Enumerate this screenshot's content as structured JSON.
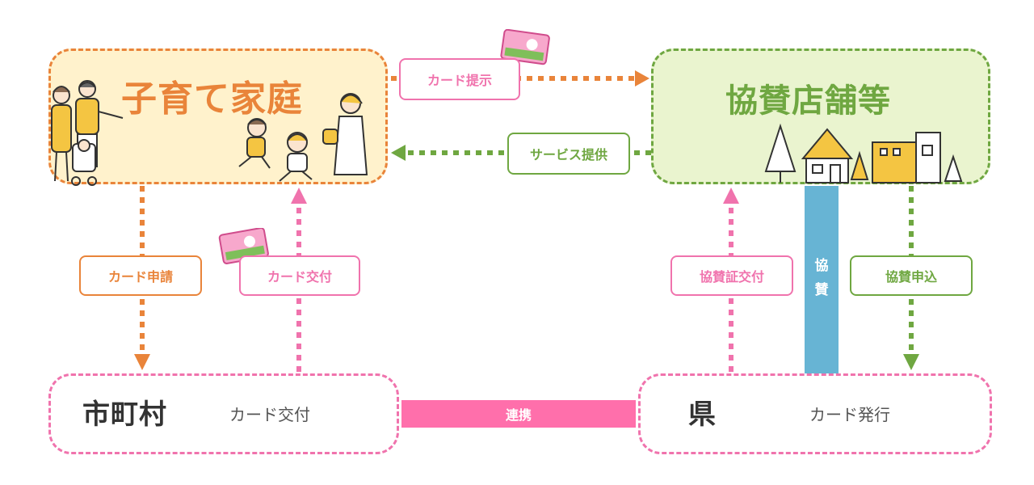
{
  "nodes": {
    "family": {
      "title": "子育て家庭"
    },
    "store": {
      "title": "協賛店舗等"
    },
    "city": {
      "title": "市町村",
      "sub": "カード交付"
    },
    "prefecture": {
      "title": "県",
      "sub": "カード発行"
    }
  },
  "edges": {
    "card_present": "カード提示",
    "service": "サービス提供",
    "card_apply": "カード申請",
    "card_issue_city": "カード交付",
    "cert_issue": "協賛証交付",
    "sponsor_apply": "協賛申込",
    "cooperation": "連携",
    "sponsor_bar": [
      "協",
      "賛"
    ]
  },
  "colors": {
    "orange": "#e9843a",
    "pink": "#f073ad",
    "green": "#6fa741",
    "blue": "#67b4d4",
    "family_bg": "#fff2cc",
    "store_bg": "#eaf4cf"
  }
}
